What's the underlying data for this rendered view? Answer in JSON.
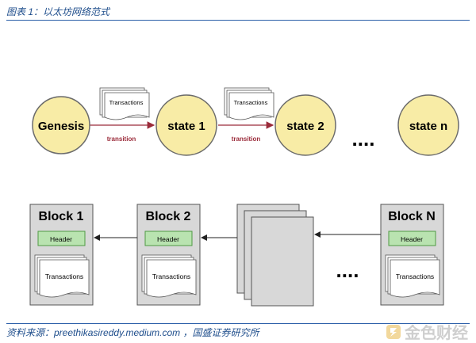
{
  "caption": "图表 1：以太坊网络范式",
  "source": "资料来源：preethikasireddy.medium.com ，国盛证券研究所",
  "watermark": "金色财经",
  "states": {
    "nodes": [
      "Genesis",
      "state 1",
      "state 2",
      "state n"
    ],
    "transition_label": "transition",
    "transactions_label": "Transactions",
    "ellipsis": "...."
  },
  "blocks": {
    "names": [
      "Block 1",
      "Block 2",
      "Block N"
    ],
    "header_label": "Header",
    "transactions_label": "Transactions",
    "ellipsis": "...."
  },
  "colors": {
    "state_fill": "#f8eca6",
    "state_stroke": "#6b6b6b",
    "transition_arrow": "#9b2b3a",
    "block_fill": "#d8d8d8",
    "header_fill": "#b9e3b0",
    "header_stroke": "#4f9a45",
    "accent_blue": "#1f4e8c"
  }
}
